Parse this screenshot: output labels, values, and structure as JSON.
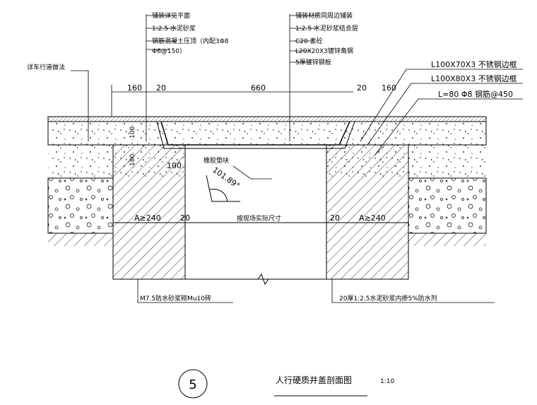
{
  "left_callouts": [
    "铺装详见平面",
    "1:2.5 水泥砂浆",
    "钢筋混凝土压顶（内配3Φ8",
    "Φ6@150）"
  ],
  "right_callouts": [
    "铺装材质同周边铺装",
    "1:2.5 水泥砂浆结合层",
    "C20 素砼",
    "L20X20X3镀锌角钢",
    "5厚镀锌钢板"
  ],
  "edge_callouts": [
    "L100X70X3 不锈钢边框",
    "L100X80X3 不锈钢边框",
    "L=80  Φ8 钢筋@450"
  ],
  "left_note": "详车行道做法",
  "dimensions": {
    "d160a": "160",
    "d20a": "20",
    "d660": "660",
    "d20b": "20",
    "d160b": "160",
    "d100v": "100",
    "d180v": "180",
    "d100h": "100"
  },
  "rubber_pad": "橡胶垫块",
  "angle": "101.89°",
  "wall_left": "A≥240",
  "wall_right": "A≥240",
  "gap_left": "20",
  "gap_right": "20",
  "opening_note": "按现场实际尺寸",
  "bottom_left_note": "M7.5防水砂浆砌Mu10砖",
  "bottom_right_note": "20厚1:2.5水泥砂浆内掺5%防水剂",
  "title_number": "5",
  "title": "人行硬质井盖剖面图",
  "scale": "1:10"
}
